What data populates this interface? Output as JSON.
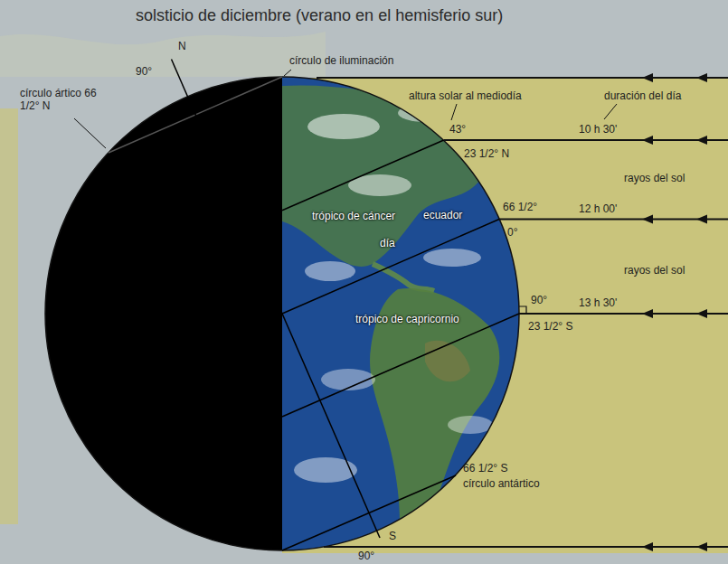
{
  "diagram": {
    "title": "solsticio de diciembre (verano en el hemisferio sur)",
    "labels": [
      "círculo de iluminación",
      "90°",
      "N",
      "círculo ártico 66 1/2° N",
      "altura solar al mediodía",
      "duración del día",
      "43°",
      "10 h 30'",
      "trópico de cáncer",
      "23 1/2° N",
      "rayos del sol",
      "día",
      "ecuador",
      "0°",
      "66 1/2°",
      "12 h 00'",
      "rayos del sol",
      "90°",
      "13 h 30'",
      "trópico de capricornio",
      "23 1/2° S",
      "66 1/2° S",
      "círculo antártico",
      "S",
      "90°"
    ]
  }
}
